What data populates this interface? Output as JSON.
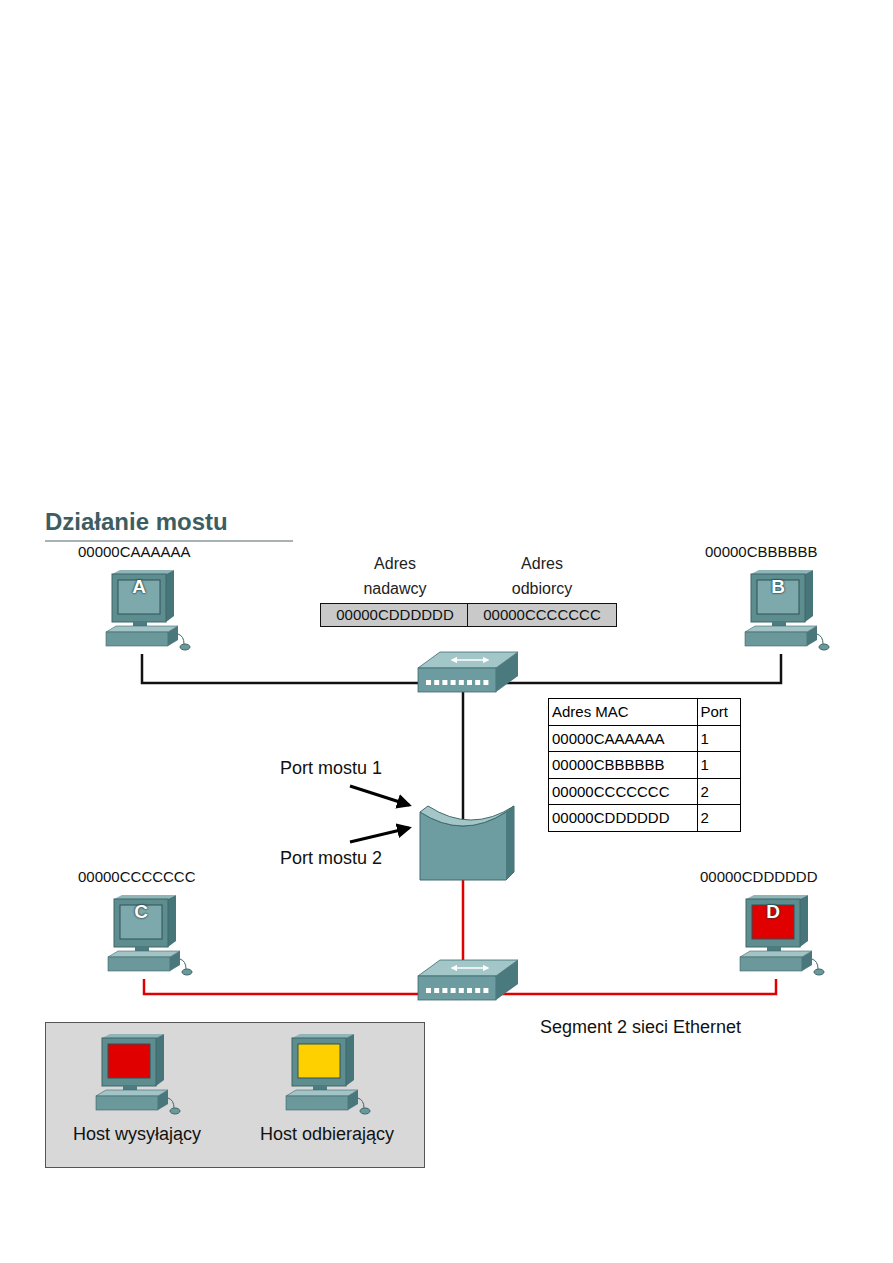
{
  "diagram": {
    "title": "Działanie mostu",
    "nodes": [
      {
        "text": [
          "00000CAAAAAA",
          "A"
        ]
      },
      {
        "text": [
          "Adres nadawcy",
          "00000CDDDDDD"
        ]
      },
      {
        "text": [
          "Adres odbiorcy",
          "00000CCCCCCC"
        ]
      },
      {
        "text": [
          "00000CBBBBBB",
          "B"
        ]
      },
      {
        "text": [
          "00000CCCCCCC",
          "C"
        ]
      },
      {
        "text": [
          "00000CDDDDDD",
          "D"
        ]
      }
    ],
    "edges": [
      {
        "from": 0,
        "to": 3,
        "arrow": "none"
      },
      {
        "from": 4,
        "to": 5,
        "arrow": "none"
      }
    ],
    "labels": [
      "Port mostu 1",
      "Adres MAC",
      "Port",
      "00000CAAAAAA",
      "1",
      "00000CBBBBBB",
      "1",
      "00000CCCCCCC",
      "2",
      "00000CDDDDDD",
      "2",
      "Port mostu 2",
      "Segment 2 sieci Ethernet"
    ],
    "legend": [
      {
        "text": "Host wysyłający",
        "color": "#e00000"
      },
      {
        "text": "Host odbierający",
        "color": "#ffd000"
      }
    ]
  }
}
